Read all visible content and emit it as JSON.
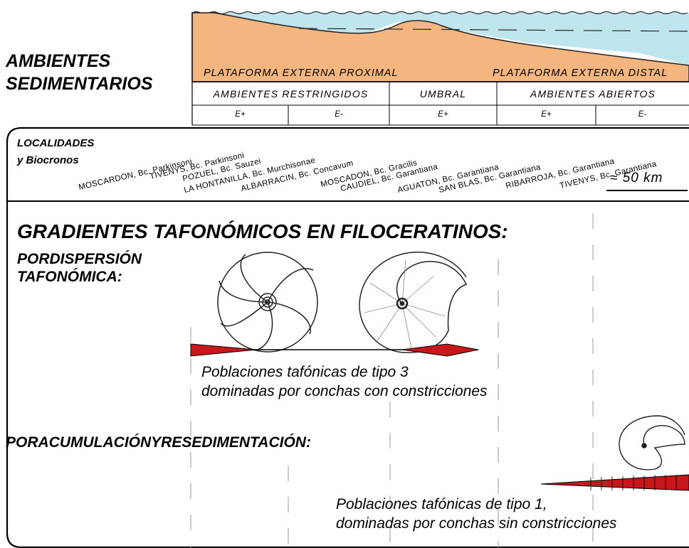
{
  "heading": {
    "line1": "AMBIENTES",
    "line2": "SEDIMENTARIOS"
  },
  "platforms": {
    "proximal": "PLATAFORMA EXTERNA PROXIMAL",
    "distal": "PLATAFORMA EXTERNA DISTAL"
  },
  "environments": {
    "restricted": "AMBIENTES RESTRINGIDOS",
    "threshold": "UMBRAL",
    "open": "AMBIENTES ABIERTOS"
  },
  "energy": [
    "E+",
    "E-",
    "E+",
    "E+",
    "E-"
  ],
  "localities": {
    "title_line1": "LOCALIDADES",
    "title_line2": "y Biocronos",
    "items": [
      "MOSCARDON, Bc. Parkinsoni",
      "TIVENYS, Bc. Parkinsoni",
      "POZUEL, Bc. Sauzei",
      "LA HONTANILLA, Bc. Murchisonae",
      "ALBARRACIN, Bc. Concavum",
      "MOSCADON, Bc. Gracilis",
      "CAUDIEL, Bc. Garantiana",
      "AGUATON, Bc. Garantiana",
      "SAN BLAS, Bc. Garantiana",
      "RIBARROJA, Bc. Garantiana",
      "TIVENYS, Bc. Garantiana"
    ],
    "scale": "≈ 50 km"
  },
  "gradients": {
    "title": "GRADIENTES TAFONÓMICOS EN FILOCERATINOS:",
    "dispersion_line1": "PORDISPERSIÓN",
    "dispersion_line2": "TAFONÓMICA:",
    "type3_line1": "Poblaciones tafónicas de tipo 3",
    "type3_line2": "dominadas por conchas con constricciones",
    "accumulation": "PORACUMULACIÓNYRESEDIMENTACIÓN:",
    "type1_line1": "Poblaciones tafónicas de tipo 1,",
    "type1_line2": "dominadas por conchas sin constricciones"
  },
  "colors": {
    "sediment": "#f5b57e",
    "water": "#bfe6ef",
    "gradient": "#c8161d"
  }
}
